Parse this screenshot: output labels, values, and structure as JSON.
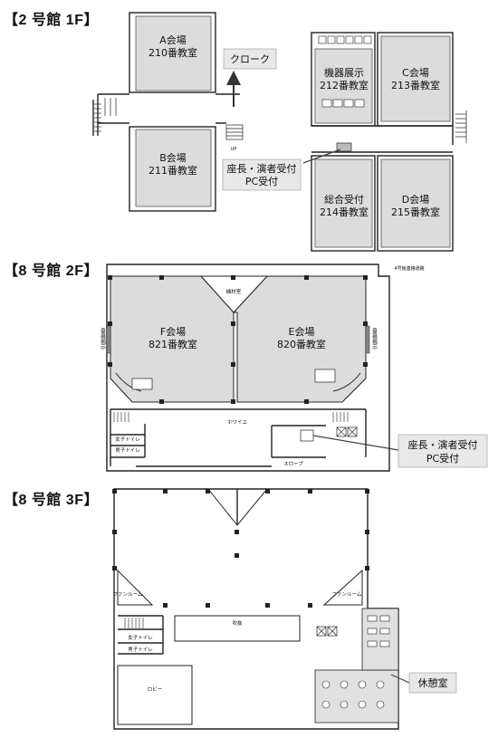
{
  "floors": [
    {
      "title": "【2 号館 1F】",
      "halls": [
        {
          "name": "A会場",
          "room": "210番教室"
        },
        {
          "name": "B会場",
          "room": "211番教室"
        },
        {
          "name": "機器展示",
          "room": "212番教室"
        },
        {
          "name": "C会場",
          "room": "213番教室"
        },
        {
          "name": "総合受付",
          "room": "214番教室"
        },
        {
          "name": "D会場",
          "room": "215番教室"
        }
      ],
      "cloak": "クローク",
      "reception_line1": "座長・演者受付",
      "reception_line2": "PC受付",
      "up_label": "UP"
    },
    {
      "title": "【8 号館 2F】",
      "halls": [
        {
          "name": "F会場",
          "room": "821番教室"
        },
        {
          "name": "E会場",
          "room": "820番教室"
        }
      ],
      "reception_line1": "座長・演者受付",
      "reception_line2": "PC受付",
      "small_labels": {
        "store": "機材室",
        "foyer": "ホワイエ",
        "womens": "女子トイレ",
        "mens": "男子トイレ",
        "slope": "スロープ",
        "board_left": "垂幕掲示",
        "board_right": "垂幕掲示",
        "road": "4号館連絡通路"
      }
    },
    {
      "title": "【8 号館 3F】",
      "rest": "休憩室",
      "small_labels": {
        "fan_left": "ファンルーム",
        "fan_right": "ファンルーム",
        "atrium": "吹抜",
        "womens": "女子トイレ",
        "mens": "男子トイレ",
        "lobby": "ロビー"
      }
    }
  ],
  "colors": {
    "hall_fill": "#dcdcdc",
    "tag_fill": "#e8e8e8",
    "wall": "#222222"
  }
}
